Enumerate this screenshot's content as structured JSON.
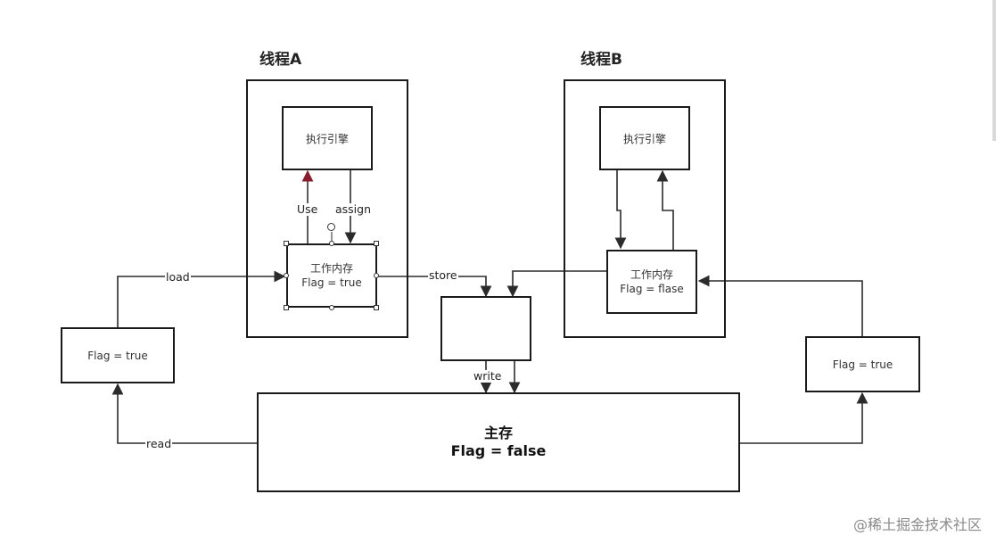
{
  "threads": {
    "a": {
      "title": "线程A",
      "engine": "执行引擎",
      "work_memory": "工作内存",
      "flag": "Flag = true"
    },
    "b": {
      "title": "线程B",
      "engine": "执行引擎",
      "work_memory": "工作内存",
      "flag": "Flag = flase"
    }
  },
  "labels": {
    "use": "Use",
    "assign": "assign",
    "load": "load",
    "store": "store",
    "write": "write",
    "read": "read"
  },
  "left_copy": "Flag = true",
  "right_copy": "Flag = true",
  "main_memory": {
    "title": "主存",
    "flag": "Flag = false"
  },
  "watermark": "@稀土掘金技术社区",
  "colors": {
    "line": "#2b2b2b",
    "use_arrow": "#8b1a2b"
  }
}
